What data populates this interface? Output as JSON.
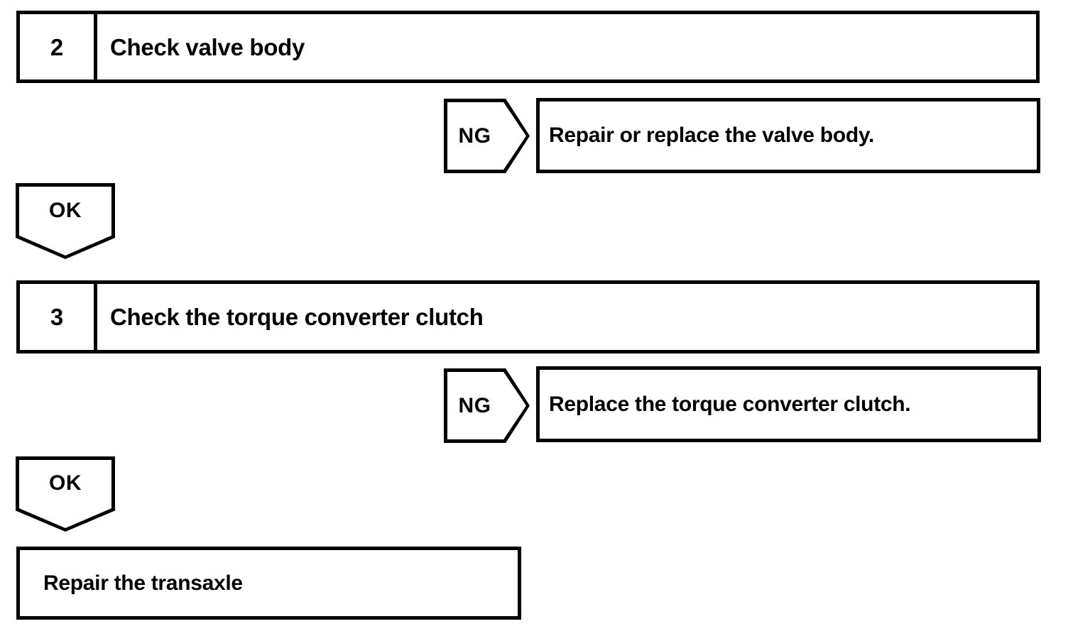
{
  "document": {
    "type": "troubleshooting-flowchart",
    "background_color": "#ffffff",
    "line_color": "#000000",
    "text_color": "#000000"
  },
  "steps": [
    {
      "number": "2",
      "title": "Check valve body",
      "ng": {
        "label": "NG",
        "action": "Repair or replace the valve body."
      },
      "ok": {
        "label": "OK"
      }
    },
    {
      "number": "3",
      "title": "Check the torque converter clutch",
      "ng": {
        "label": "NG",
        "action": "Replace the torque converter clutch."
      },
      "ok": {
        "label": "OK"
      }
    }
  ],
  "final": {
    "text": "Repair the transaxle"
  }
}
